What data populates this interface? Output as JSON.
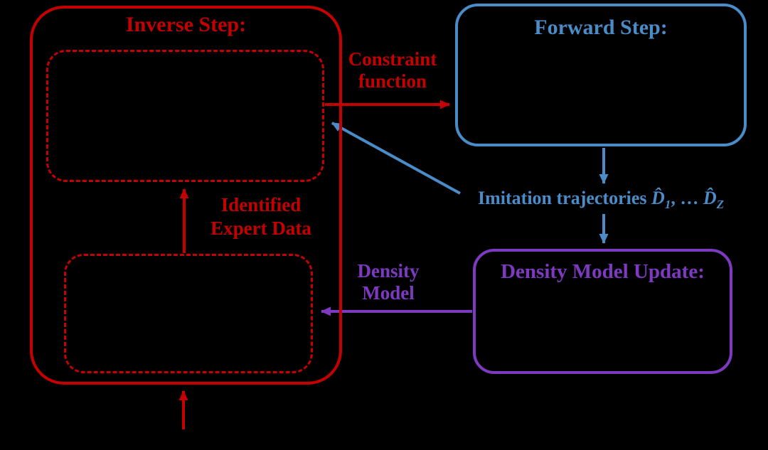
{
  "colors": {
    "background": "#000000",
    "red": "#c40000",
    "blue": "#4a8cc7",
    "purple": "#7d3ac1"
  },
  "inverse": {
    "title": "Inverse Step:",
    "identified_line1": "Identified",
    "identified_line2": "Expert Data"
  },
  "forward": {
    "title": "Forward Step:"
  },
  "density_update": {
    "title": "Density Model Update:",
    "arrow_label_line1": "Density",
    "arrow_label_line2": "Model"
  },
  "constraint": {
    "label_line1": "Constraint",
    "label_line2": "function"
  },
  "imitation": {
    "prefix": "Imitation trajectories ",
    "d_hat_first": "D̂",
    "sub_first": "1",
    "dots": ", … ",
    "d_hat_last": "D̂",
    "sub_last": "Z"
  }
}
